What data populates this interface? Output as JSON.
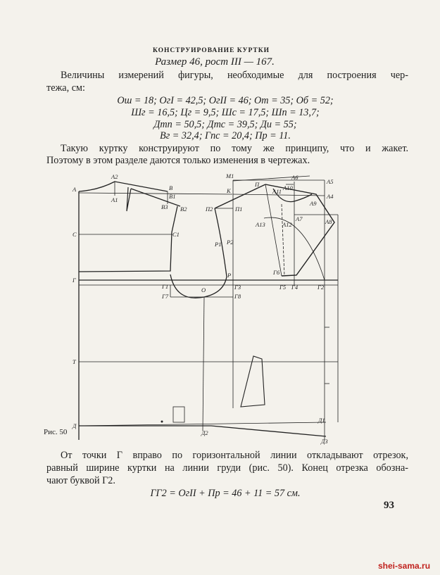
{
  "heading": "КОНСТРУИРОВАНИЕ КУРТКИ",
  "subtitle": "Размер 46, рост III — 167.",
  "intro": {
    "line1": "Величины измерений фигуры, необходимые для построения чер-",
    "line2": "тежа, см:"
  },
  "measurements": [
    "Ош = 18; ОгI = 42,5; ОгII = 46; От = 35; Об = 52;",
    "Шг = 16,5; Цг = 9,5; Шс = 17,5; Шп = 13,7;",
    "Дтп = 50,5; Дтс = 39,5; Ди = 55;",
    "Вг = 32,4; Гпс = 20,4; Пр = 11."
  ],
  "para2": {
    "line1": "Такую куртку конструируют по тому же принципу, что и жакет.",
    "line2": "Поэтому в этом разделе даются только изменения в чертежах."
  },
  "figure": {
    "caption": "Рис. 50",
    "labels": {
      "A": "А",
      "A1": "А1",
      "A2": "А2",
      "B": "В",
      "B1": "В1",
      "B2": "В2",
      "B3": "В3",
      "C": "С",
      "C1": "С1",
      "G": "Г",
      "G1": "Г1",
      "G7": "Г7",
      "O": "О",
      "P": "Р",
      "G3": "Г3",
      "G8": "Г8",
      "P2": "П2",
      "P1": "П1",
      "R1": "Р1",
      "R2": "Р2",
      "M1": "М1",
      "K": "К",
      "Pi": "П",
      "A11": "А11",
      "A10": "А10",
      "A6": "А6",
      "A5": "А5",
      "A4": "А4",
      "A9": "А9",
      "A7": "А7",
      "A8": "А8",
      "A13": "А13",
      "A12": "А12",
      "G6": "Г6",
      "G5": "Г5",
      "G4": "Г4",
      "G2": "Г2",
      "T": "Т",
      "D": "Д",
      "D2": "Д2",
      "D1": "Д1",
      "D3": "Д3"
    }
  },
  "para3": {
    "line1": "От точки Г вправо по горизонтальной линии откладывают отрезок,",
    "line2": "равный ширине куртки на линии груди (рис. 50). Конец отрезка обозна-",
    "line3": "чают буквой Г2."
  },
  "formula": "ГГ2 = ОгII + Пр = 46 + 11 = 57 см.",
  "page_number": "93",
  "watermark": "shei-sama.ru"
}
